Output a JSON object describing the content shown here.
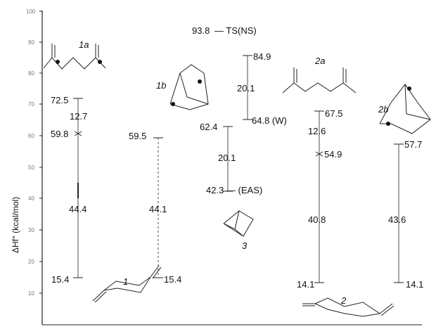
{
  "y_axis": {
    "label": "ΔHf° (kcal/mol)",
    "ticks": [
      "100",
      "90",
      "80",
      "70",
      "60",
      "50",
      "40",
      "30",
      "20",
      "10"
    ]
  },
  "ts": {
    "value": "93.8",
    "label": "— TS(NS)"
  },
  "structures": {
    "s1a": "1a",
    "s1b": "1b",
    "s2a": "2a",
    "s2b": "2b",
    "s1": "1",
    "s2": "2",
    "s3": "3"
  },
  "col_1a": {
    "top": "72.5",
    "gap": "12.7",
    "mid": "59.8",
    "diff": "44.4",
    "bottom": "15.4"
  },
  "col_1b": {
    "mid": "59.5",
    "diff": "44.1",
    "bottom": "15.4"
  },
  "col_center": {
    "top": "84.9",
    "gap_top": "20.1",
    "w": "64.8 (W)",
    "left": "62.4",
    "gap_bot": "20.1",
    "eas": "42.3 — (EAS)"
  },
  "col_2a": {
    "top": "67.5",
    "gap": "12.6",
    "mid": "54.9",
    "diff": "40.8",
    "bottom": "14.1"
  },
  "col_2b": {
    "top": "57.7",
    "diff": "43.6",
    "bottom": "14.1"
  }
}
